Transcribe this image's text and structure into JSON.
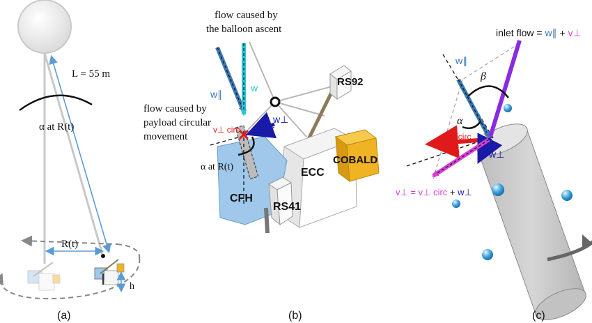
{
  "panel_a": {
    "panel_label": "(a)",
    "tether_length_label": "L = 55 m",
    "alpha_label": "α at R(t)",
    "radius_label": "R(t)",
    "height_label": "h"
  },
  "panel_b": {
    "panel_label": "(b)",
    "ascent_flow_label_line1": "flow caused by",
    "ascent_flow_label_line2": "the balloon ascent",
    "circular_flow_label_line1": "flow caused by",
    "circular_flow_label_line2": "payload circular",
    "circular_flow_label_line3": "movement",
    "w_parallel_label": "w∥",
    "w_label": "w",
    "w_perp_label": "w⊥",
    "v_perp_circ_label": "v⊥ circ",
    "alpha_label": "α at R(t)",
    "instruments": {
      "rs92": "RS92",
      "cobald": "COBALD",
      "ecc": "ECC",
      "cfh": "CFH",
      "rs41": "RS41"
    }
  },
  "panel_c": {
    "panel_label": "(c)",
    "inlet_flow_text": "inlet flow = ",
    "inlet_flow_w": "w∥",
    "inlet_flow_plus": " + ",
    "inlet_flow_v": "v⊥",
    "w_parallel_label": "w∥",
    "beta_label": "β",
    "alpha_label": "α",
    "v_perp_circ_label": "v⊥ circ",
    "w_perp_label": "w⊥",
    "v_sum_v": "v⊥ = v⊥ circ",
    "v_sum_plus": " + ",
    "v_sum_w": "w⊥"
  },
  "colors": {
    "w_parallel": "#3a78b5",
    "w": "#2ec4d4",
    "w_perp": "#1a1aa8",
    "v_perp_circ": "#e01a1a",
    "inlet_flow": "#8a2be2",
    "v_perp": "#d63fd6",
    "cfh_blue": "#9fc8ea",
    "cobald_yellow": "#f0b323",
    "tether_blue": "#5b9bd5"
  }
}
